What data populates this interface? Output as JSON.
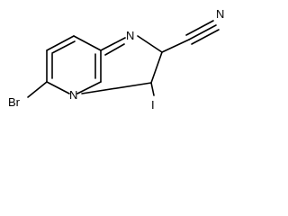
{
  "molecule": {
    "atoms": {
      "br": "Br",
      "i": "I",
      "n_bridge": "N",
      "n_imidazole": "N",
      "n_nitrile": "N"
    }
  },
  "colors": {
    "bond": "#000000",
    "text": "#000000",
    "background": "#ffffff"
  }
}
